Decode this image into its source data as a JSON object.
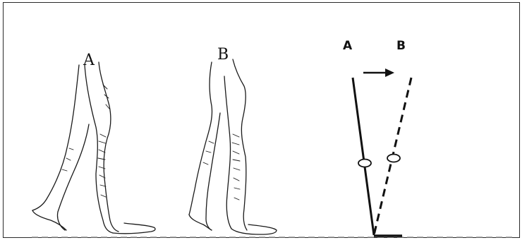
{
  "figure": {
    "left_panel": {
      "leg_a_label": "A",
      "leg_b_label": "B"
    },
    "right_panel": {
      "limb_a_label": "A",
      "limb_b_label": "B",
      "arrow_direction": "right",
      "limb_a_style": "solid",
      "limb_b_style": "dashed",
      "knee_marker": "ellipse"
    },
    "ground_line_style": "dashed",
    "colors": {
      "ink": "#111111",
      "ground": "#8a8a8a",
      "border": "#2a2a2a"
    }
  }
}
